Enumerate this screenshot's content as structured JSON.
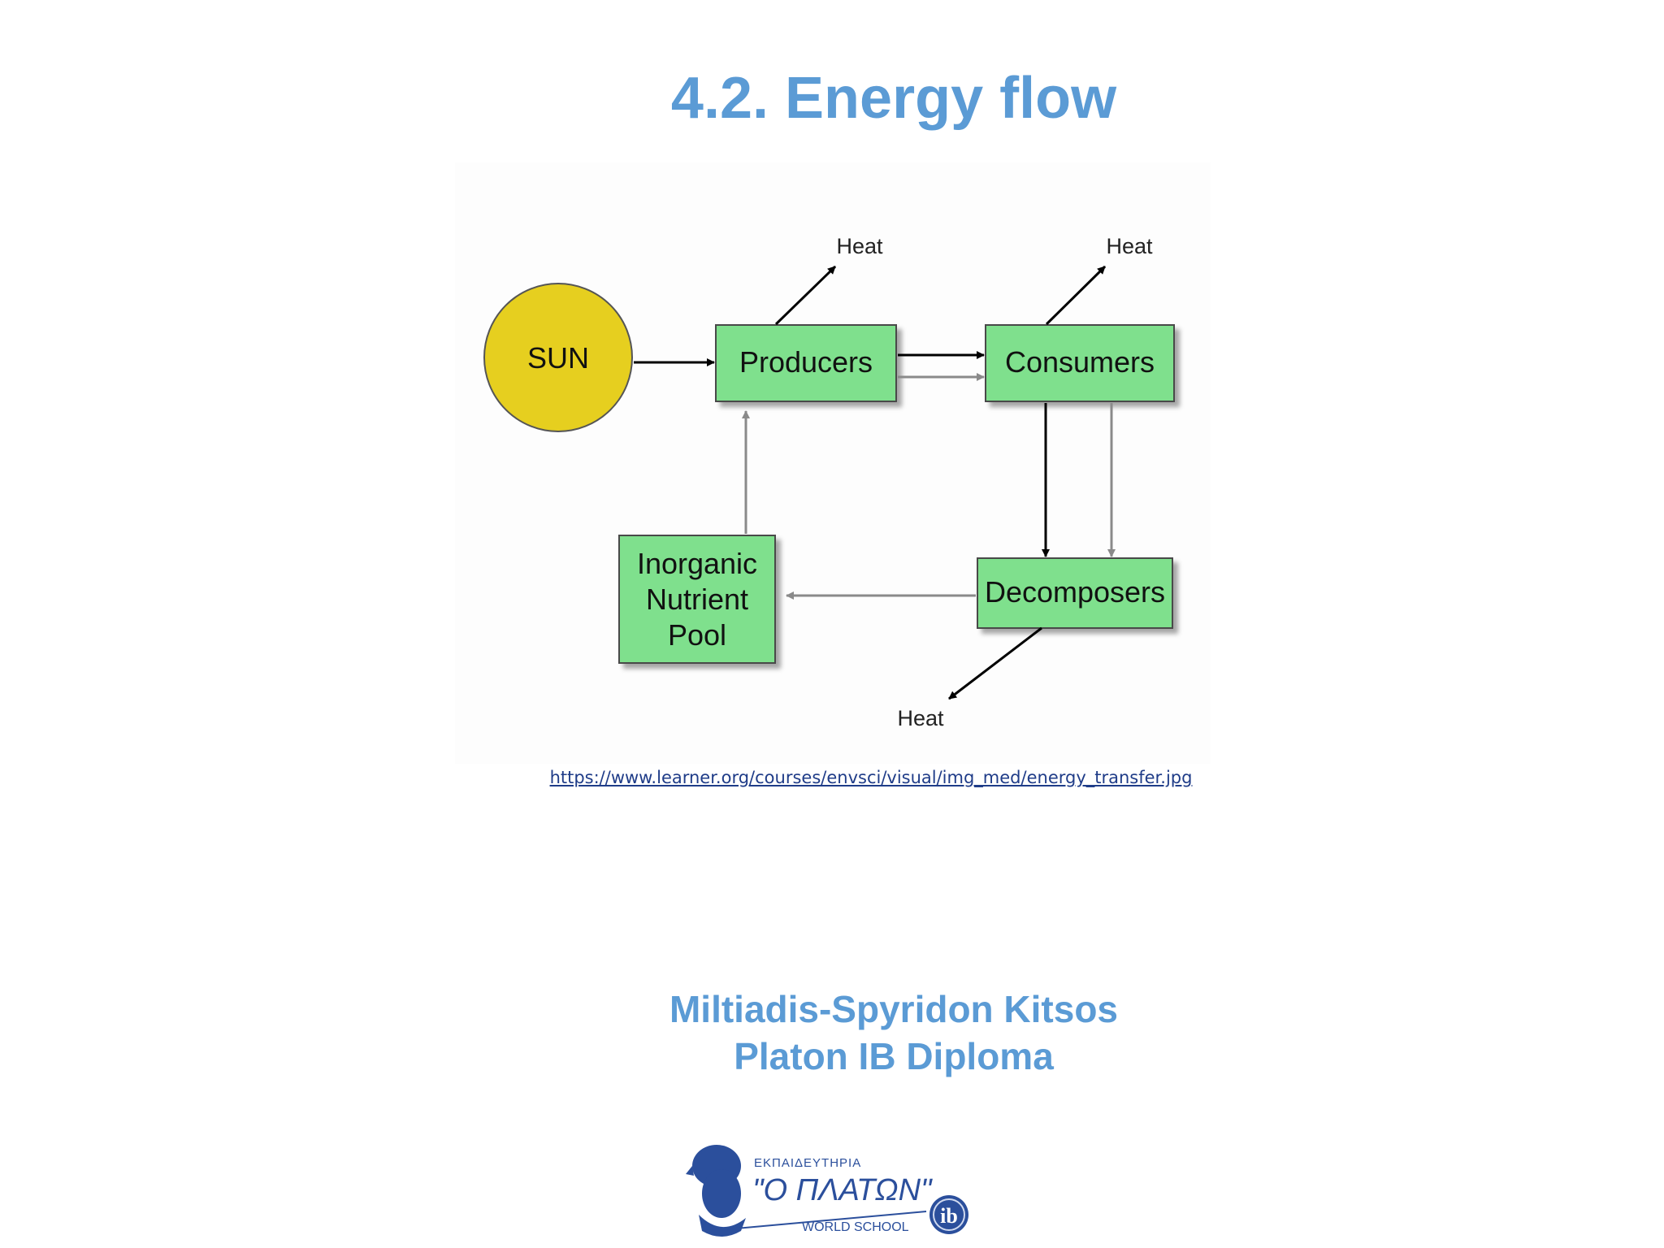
{
  "slide": {
    "title": "4.2. Energy flow",
    "source_url": "https://www.learner.org/courses/envsci/visual/img_med/energy_transfer.jpg",
    "author_name": "Miltiadis-Spyridon Kitsos",
    "author_program": "Platon IB Diploma"
  },
  "diagram": {
    "nodes": {
      "sun": "SUN",
      "producers": "Producers",
      "consumers": "Consumers",
      "decomposers": "Decomposers",
      "nutrient_pool_line1": "Inorganic",
      "nutrient_pool_line2": "Nutrient",
      "nutrient_pool_line3": "Pool"
    },
    "heat_labels": [
      "Heat",
      "Heat",
      "Heat"
    ],
    "colors": {
      "sun": "#e6cf1f",
      "box": "#7fe08d",
      "energy_arrow": "#000000",
      "nutrient_arrow": "#8a8a8a"
    }
  },
  "logo": {
    "line1": "ΕΚΠΑΙΔΕΥΤΗΡΙΑ",
    "line2": "\"Ο ΠΛΑΤΩΝ\"",
    "line3": "WORLD SCHOOL",
    "badge": "ib"
  }
}
